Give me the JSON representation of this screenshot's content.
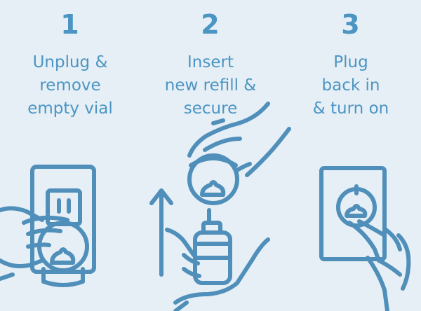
{
  "colors": {
    "background": "#e6eff5",
    "accent": "#4b95c4",
    "line": "#4f8fba"
  },
  "steps": [
    {
      "number": "1",
      "lines": [
        "Unplug &",
        "remove",
        "empty vial"
      ]
    },
    {
      "number": "2",
      "lines": [
        "Insert",
        "new refill &",
        "secure"
      ]
    },
    {
      "number": "3",
      "lines": [
        "Plug",
        "back in",
        "& turn on"
      ]
    }
  ],
  "icons": [
    "wall-outlet-icon",
    "hand-icon",
    "refill-vial-icon",
    "up-arrow-icon",
    "wall-switch-icon"
  ]
}
